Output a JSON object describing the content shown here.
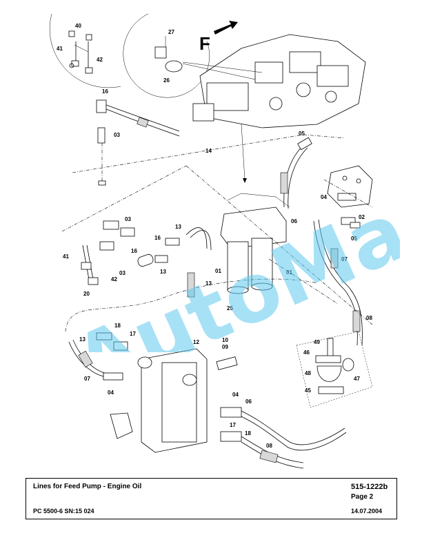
{
  "title_block": {
    "title": "Lines for Feed Pump - Engine Oil",
    "doc_number": "515-1222b",
    "page": "Page 2",
    "model": "PC 5500-6 SN:15 024",
    "date": "14.07.2004"
  },
  "watermark": {
    "text": "AutoManual",
    "color": "#5ec8ef"
  },
  "direction_marker": {
    "letter": "F"
  },
  "part_labels": {
    "p40": "40",
    "p41a": "41",
    "p42a": "42",
    "p27": "27",
    "p26": "26",
    "p16a": "16",
    "p03a": "03",
    "p14": "14",
    "p05a": "05",
    "p04a": "04",
    "p02": "02",
    "p05b": "05",
    "p06a": "06",
    "p07a": "07",
    "p01a": "01",
    "p01b": "01",
    "p25": "25",
    "p08a": "08",
    "p03b": "03",
    "p13a": "13",
    "p16b": "16",
    "p16c": "16",
    "p13b": "13",
    "p03c": "03",
    "p13c": "13",
    "p41b": "41",
    "p42b": "42",
    "p20": "20",
    "p18a": "18",
    "p17a": "17",
    "p13d": "13",
    "p12": "12",
    "p10": "10",
    "p09": "09",
    "p07b": "07",
    "p04b": "04",
    "p49": "49",
    "p46": "46",
    "p48": "48",
    "p47": "47",
    "p45": "45",
    "p04c": "04",
    "p06b": "06",
    "p17b": "17",
    "p18b": "18",
    "p08b": "08"
  }
}
